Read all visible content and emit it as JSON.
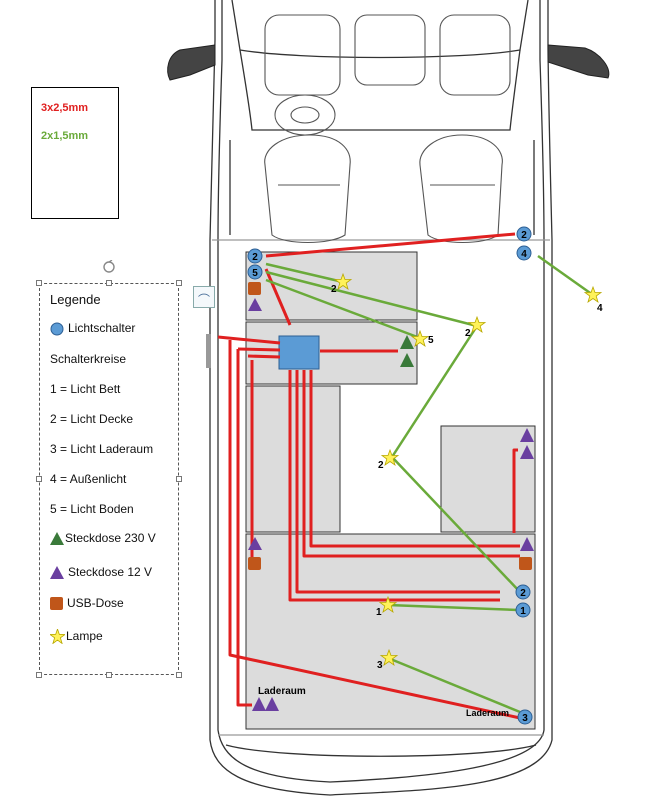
{
  "wire_types": [
    {
      "label": "3x2,5mm",
      "color": "#e02020"
    },
    {
      "label": "2x1,5mm",
      "color": "#6aaa3a"
    }
  ],
  "legend": {
    "title": "Legende",
    "items": [
      {
        "symbol": "switch-circle",
        "label": "Lichtschalter"
      },
      {
        "symbol": "none",
        "label": "Schalterkreise"
      },
      {
        "symbol": "none",
        "label": "1 = Licht Bett"
      },
      {
        "symbol": "none",
        "label": "2 = Licht Decke"
      },
      {
        "symbol": "none",
        "label": "3 = Licht Laderaum"
      },
      {
        "symbol": "none",
        "label": "4 = Außenlicht"
      },
      {
        "symbol": "none",
        "label": "5 = Licht Boden"
      },
      {
        "symbol": "green-triangle",
        "label": "Steckdose 230 V"
      },
      {
        "symbol": "purple-triangle",
        "label": "Steckdose 12 V"
      },
      {
        "symbol": "orange-square",
        "label": "USB-Dose"
      },
      {
        "symbol": "yellow-star",
        "label": "Lampe"
      }
    ]
  },
  "colors": {
    "switch": "#5b9bd5",
    "socket_230v": "#3a7a3a",
    "socket_12v": "#6a3fa0",
    "usb": "#c0561a",
    "lamp": "#fff25a",
    "box": "#dcdcdc",
    "distribution": "#5b9bd5"
  },
  "switches": [
    "2",
    "5",
    "2",
    "4",
    "2",
    "1",
    "3"
  ],
  "lamps": [
    "2",
    "5",
    "2",
    "2",
    "4",
    "1",
    "3"
  ],
  "areas": {
    "cargo_label_left": "Laderaum",
    "cargo_label_right": "Laderaum"
  }
}
